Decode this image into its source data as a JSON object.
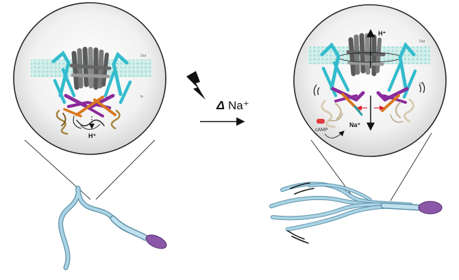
{
  "left_panel": {
    "membrane_out_label": "Out",
    "membrane_in_label": "In",
    "proton_label": "H⁺"
  },
  "transition": {
    "delta_symbol": "Δ",
    "stimulus_label": "Na⁺",
    "lightning_icon": "lightning-bolt-icon",
    "arrow_icon": "arrow-right-icon"
  },
  "right_panel": {
    "membrane_out_label": "Out",
    "membrane_in_label": "In",
    "proton_label": "H⁺",
    "sodium_label": "Na⁺",
    "camp_label": "cAMP"
  },
  "colors": {
    "membrane": "#bfe6e2",
    "helix_cyan": "#33bccd",
    "helix_gray": "#6f6f6f",
    "helix_purple": "#8a2a9c",
    "helix_orange": "#d9781c",
    "tail_blue": "#aad3e4",
    "head_purple": "#8b57a8",
    "camp_red": "#e03a3a"
  }
}
